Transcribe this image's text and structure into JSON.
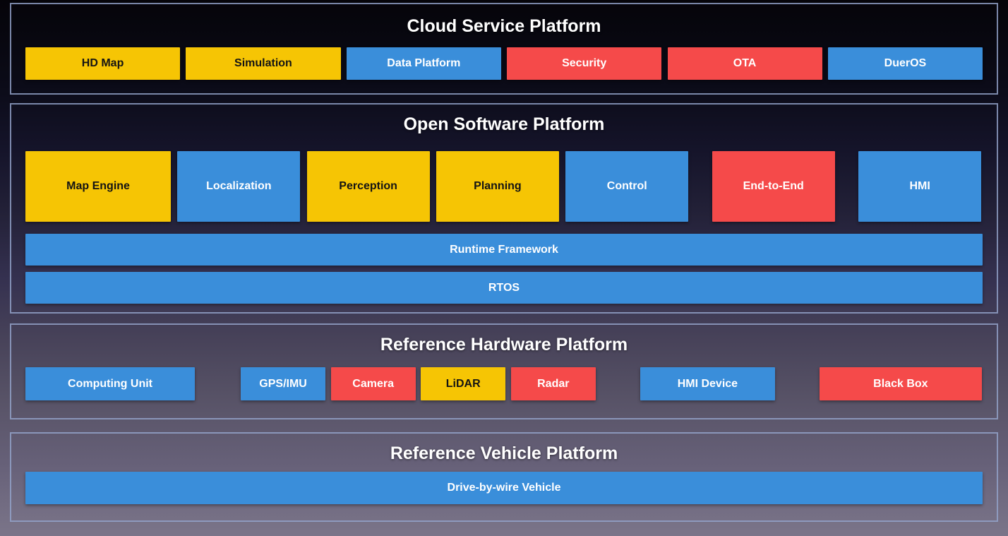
{
  "colors": {
    "yellow": "#F6C504",
    "blue": "#3A8EDA",
    "red": "#F54A4A",
    "panel_border": "#94A3CA",
    "title_text": "#FFFFFF",
    "background_top": "#050409",
    "background_bottom": "#7B7589"
  },
  "sections": [
    {
      "title": "Cloud Service Platform",
      "boxes": [
        {
          "label": "HD Map",
          "color": "yellow"
        },
        {
          "label": "Simulation",
          "color": "yellow"
        },
        {
          "label": "Data Platform",
          "color": "blue"
        },
        {
          "label": "Security",
          "color": "red"
        },
        {
          "label": "OTA",
          "color": "red"
        },
        {
          "label": "DuerOS",
          "color": "blue"
        }
      ]
    },
    {
      "title": "Open Software Platform",
      "modules": [
        {
          "label": "Map Engine",
          "color": "yellow"
        },
        {
          "label": "Localization",
          "color": "blue"
        },
        {
          "label": "Perception",
          "color": "yellow"
        },
        {
          "label": "Planning",
          "color": "yellow"
        },
        {
          "label": "Control",
          "color": "blue"
        },
        {
          "label": "End-to-End",
          "color": "red"
        },
        {
          "label": "HMI",
          "color": "blue"
        }
      ],
      "bars": [
        {
          "label": "Runtime Framework",
          "color": "blue"
        },
        {
          "label": "RTOS",
          "color": "blue"
        }
      ]
    },
    {
      "title": "Reference Hardware Platform",
      "boxes": [
        {
          "label": "Computing Unit",
          "color": "blue"
        },
        {
          "label": "GPS/IMU",
          "color": "blue"
        },
        {
          "label": "Camera",
          "color": "red"
        },
        {
          "label": "LiDAR",
          "color": "yellow"
        },
        {
          "label": "Radar",
          "color": "red"
        },
        {
          "label": "HMI Device",
          "color": "blue"
        },
        {
          "label": "Black Box",
          "color": "red"
        }
      ]
    },
    {
      "title": "Reference Vehicle Platform",
      "bars": [
        {
          "label": "Drive-by-wire Vehicle",
          "color": "blue"
        }
      ]
    }
  ]
}
